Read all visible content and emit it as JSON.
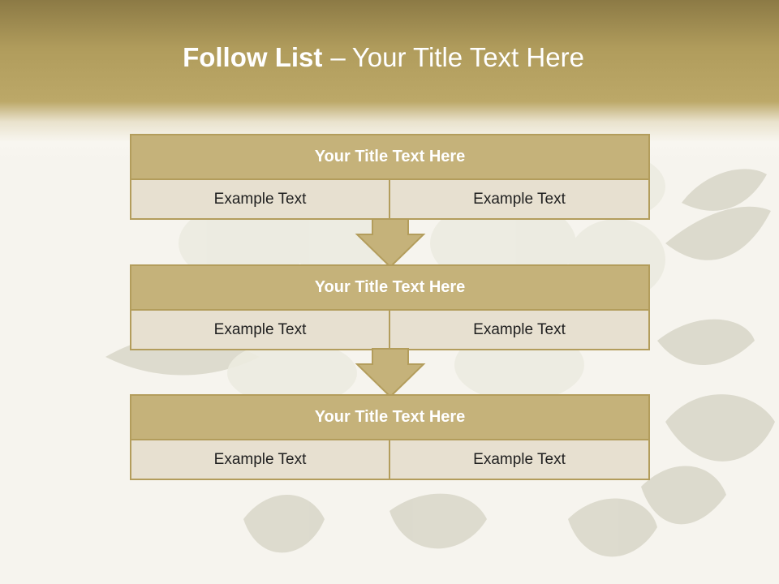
{
  "slide": {
    "title_bold": "Follow List",
    "title_separator": "–",
    "title_rest": "Your Title Text Here"
  },
  "blocks": [
    {
      "title": "Your Title Text Here",
      "left": "Example Text",
      "right": "Example Text"
    },
    {
      "title": "Your Title Text Here",
      "left": "Example Text",
      "right": "Example Text"
    },
    {
      "title": "Your Title Text Here",
      "left": "Example Text",
      "right": "Example Text"
    }
  ],
  "colors": {
    "header": "#b09c5c",
    "title_fill": "#c5b27a",
    "cell_fill": "#e7e0d0",
    "border": "#b39d5c",
    "arrow": "#c5b27a"
  },
  "decor": {
    "image": "white-roses-background"
  }
}
